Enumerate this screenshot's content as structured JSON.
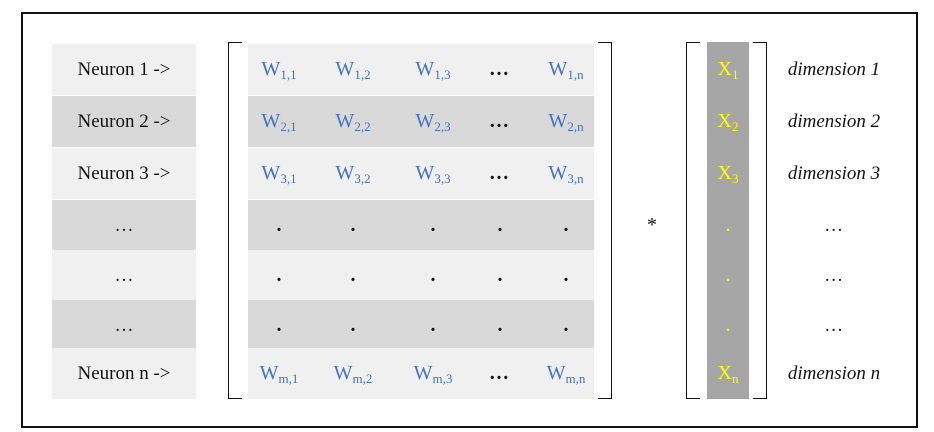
{
  "neurons": [
    "Neuron 1 ->",
    "Neuron 2 ->",
    "Neuron 3 ->",
    "…",
    "…",
    "…",
    "Neuron n ->"
  ],
  "matrix": {
    "letter": "W",
    "rows": [
      [
        "1,1",
        "1,2",
        "1,3",
        "1,n"
      ],
      [
        "2,1",
        "2,2",
        "2,3",
        "2,n"
      ],
      [
        "3,1",
        "3,2",
        "3,3",
        "3,n"
      ],
      [
        "m,1",
        "m,2",
        "m,3",
        "m,n"
      ]
    ],
    "ellipsis": "…",
    "dot": "."
  },
  "operator": "*",
  "vector": {
    "letter": "X",
    "subs": [
      "1",
      "2",
      "3",
      "n"
    ],
    "dot": "."
  },
  "dimensions": [
    "dimension 1",
    "dimension 2",
    "dimension 3",
    "…",
    "…",
    "…",
    "dimension n"
  ],
  "colors": {
    "weight_text": "#4472c4",
    "vector_text": "#ffff00",
    "vector_bg": "#a6a6a6",
    "row_light": "#f0f0f0",
    "row_dark": "#d9d9d9"
  }
}
